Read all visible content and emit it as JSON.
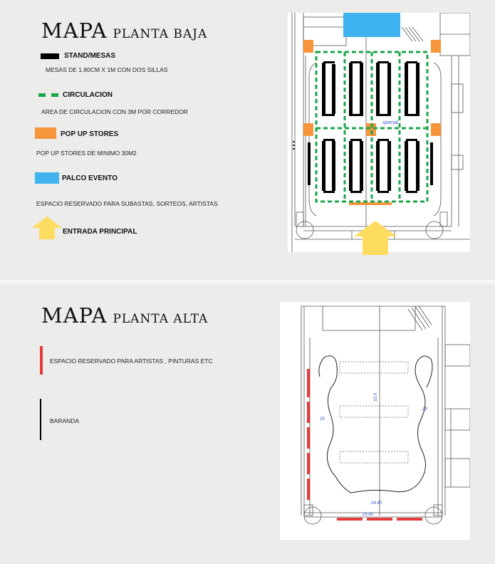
{
  "planta_baja": {
    "title_main": "MAPA",
    "title_sub": "PLANTA BAJA",
    "legend": [
      {
        "label": "STAND/MESAS",
        "desc": "MESAS  DE 1.80CM X 1M CON DOS SILLAS",
        "color": "#000000"
      },
      {
        "label": "CIRCULACION",
        "desc": "AREA DE CIRCULACION CON 3M POR CORREDOR",
        "color": "#1aa64b"
      },
      {
        "label": "POP UP STORES",
        "desc": "POP UP STORES DE MINIMO 30M2",
        "color": "#f7953a"
      },
      {
        "label": "PALCO EVENTO",
        "desc": "ESPACIO RESERVADO PARA SUBASTAS, SORTEOS, ARTISTAS",
        "color": "#3fb3ef"
      },
      {
        "label": "ENTRADA PRINCIPAL",
        "color": "#fedc5f"
      }
    ],
    "plan_annotation": "special"
  },
  "planta_alta": {
    "title_main": "MAPA",
    "title_sub": "PLANTA ALTA",
    "legend": [
      {
        "label": "ESPACIO RESERVADO PARA ARTISTAS , PINTURAS ETC",
        "color": "#e63a3a"
      },
      {
        "label": "BARANDA",
        "color": "#000000"
      }
    ],
    "dims": [
      "33.9",
      "25",
      "23",
      "24.40",
      "25.40"
    ]
  }
}
